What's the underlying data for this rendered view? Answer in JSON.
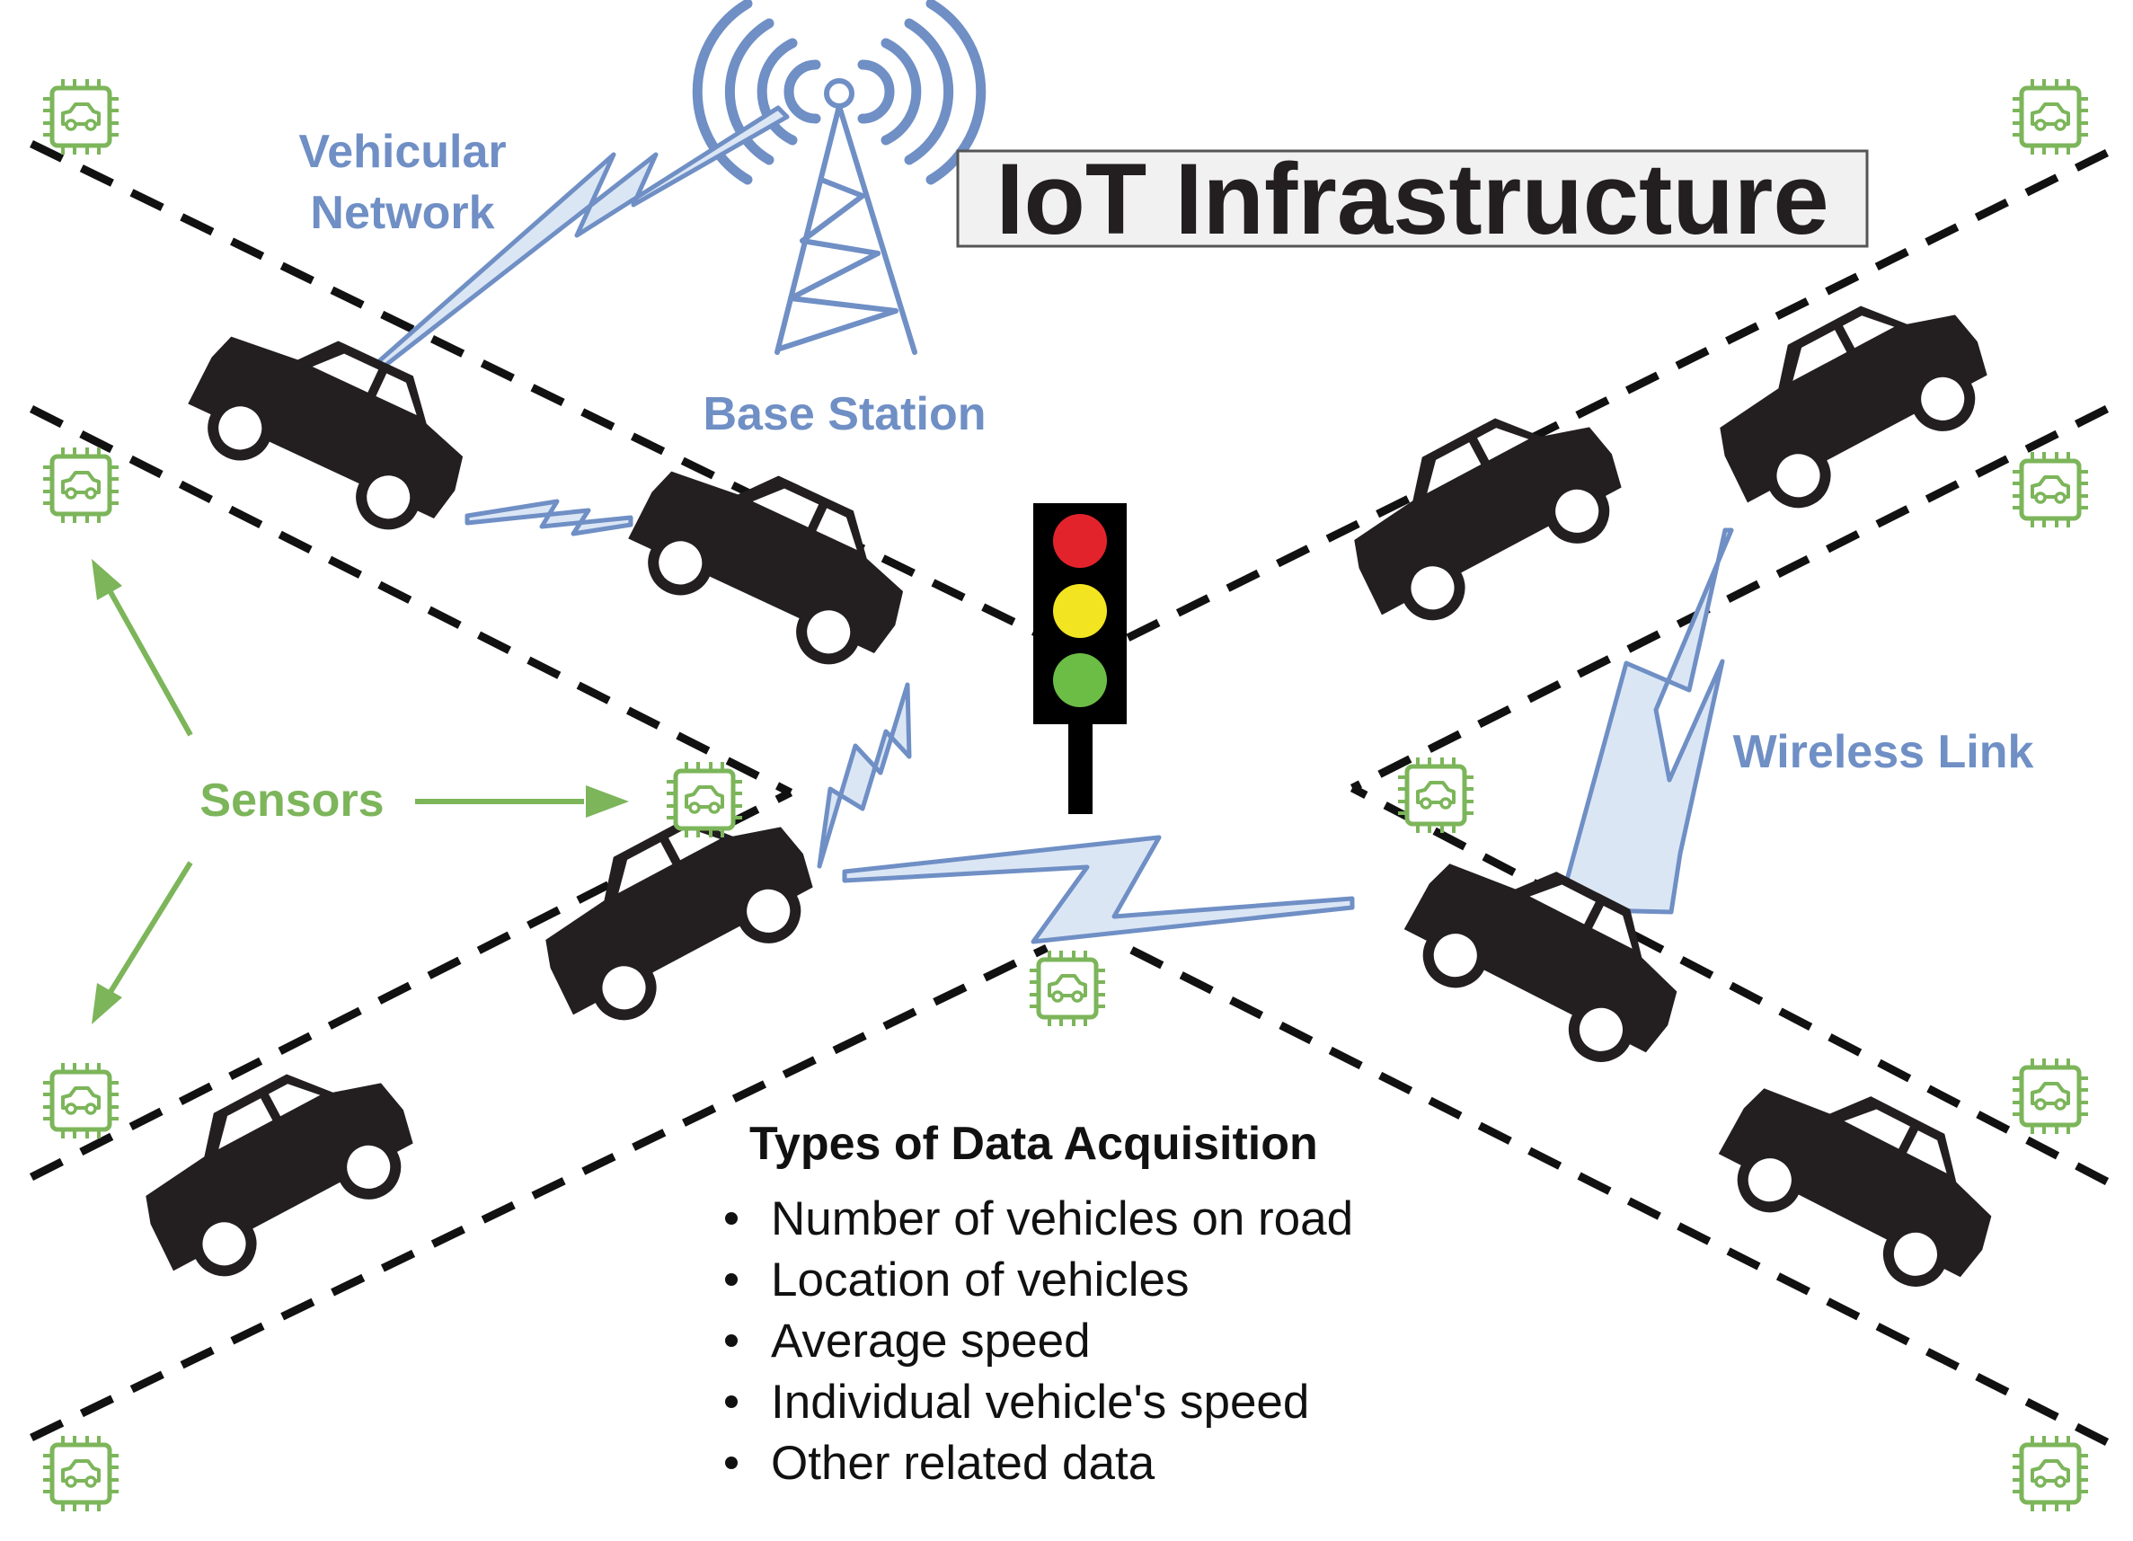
{
  "title": "IoT Infrastructure",
  "labels": {
    "vehicular_network_line1": "Vehicular",
    "vehicular_network_line2": "Network",
    "base_station": "Base Station",
    "wireless_link": "Wireless Link",
    "sensors": "Sensors"
  },
  "data_acquisition": {
    "heading": "Types of Data Acquisition",
    "items": [
      "Number of vehicles on road",
      "Location of vehicles",
      "Average speed",
      "Individual vehicle's speed",
      "Other related data"
    ]
  },
  "colors": {
    "network_blue": "#6f8fc5",
    "bolt_fill": "#dbe6f5",
    "sensor_green": "#7cb55a",
    "car_black": "#231f20",
    "light_red": "#e3232b",
    "light_yellow": "#f2e421",
    "light_green": "#6cbd45"
  },
  "icons": [
    "car-icon",
    "sensor-chip-icon",
    "traffic-light-icon",
    "cell-tower-icon",
    "lightning-link-icon"
  ]
}
